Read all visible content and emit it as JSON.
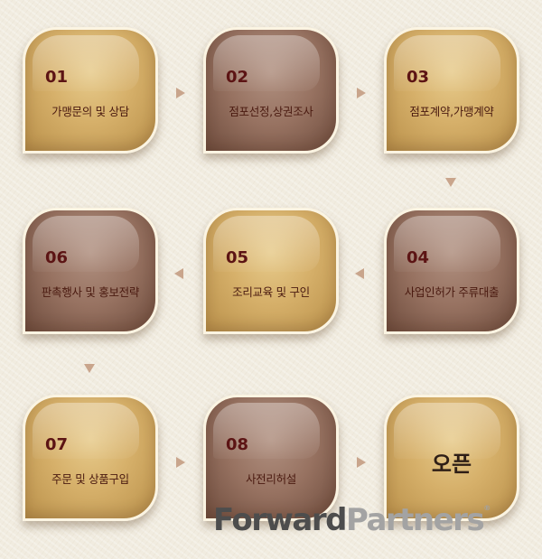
{
  "steps": [
    {
      "num": "01",
      "label": "가맹문의 및 상담"
    },
    {
      "num": "02",
      "label": "점포선정,상권조사"
    },
    {
      "num": "03",
      "label": "점포계약,가맹계약"
    },
    {
      "num": "04",
      "label": "사업인허가 주류대출"
    },
    {
      "num": "05",
      "label": "조리교육 및 구인"
    },
    {
      "num": "06",
      "label": "판촉행사 및 홍보전략"
    },
    {
      "num": "07",
      "label": "주문 및 상품구입"
    },
    {
      "num": "08",
      "label": "사전리허설"
    }
  ],
  "final": {
    "label": "오픈"
  },
  "logo": {
    "part1": "Forward",
    "part2": "Partners",
    "mark": "®"
  },
  "colors": {
    "gold": "#d6b06a",
    "brown": "#977261",
    "text": "#5c1414",
    "arrow": "#c9a58c"
  }
}
